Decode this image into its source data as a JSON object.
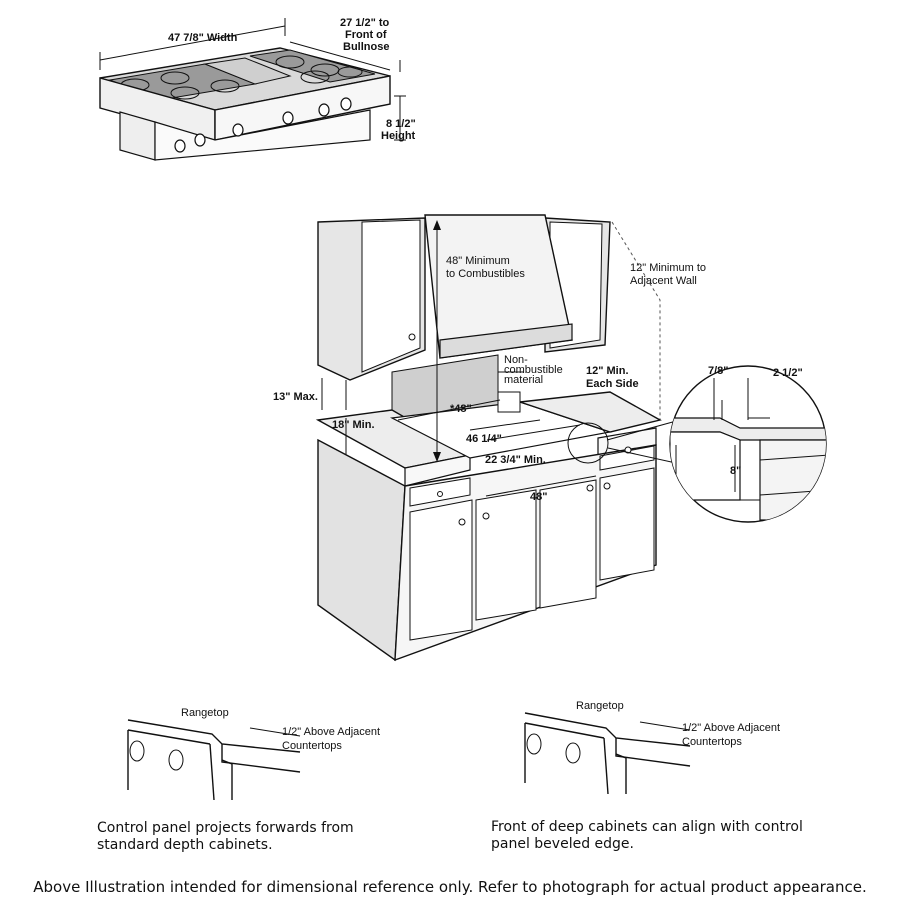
{
  "rangetop_dims": {
    "width": "47 7/8\" Width",
    "depth_line1": "27 1/2\" to",
    "depth_line2": "Front of",
    "depth_line3": "Bullnose",
    "height_line1": "8 1/2\"",
    "height_line2": "Height"
  },
  "install_dims": {
    "min_combustibles_line1": "48\" Minimum",
    "min_combustibles_line2": "to Combustibles",
    "adjacent_wall_line1": "12\" Minimum to",
    "adjacent_wall_line2": "Adjacent Wall",
    "noncomb_line1": "Non-",
    "noncomb_line2": "combustible",
    "noncomb_line3": "material",
    "each_side_line1": "12\" Min.",
    "each_side_line2": "Each Side",
    "max_13": "13\" Max.",
    "min_18": "18\" Min.",
    "star_48": "*48\"",
    "w_46": "46 1/4\"",
    "min_22": "22 3/4\" Min.",
    "cab_48": "48\""
  },
  "detail_dims": {
    "d_78": "7/8\"",
    "d_212": "2 1/2\"",
    "d_8": "8\""
  },
  "profiles": {
    "left_title": "Rangetop",
    "left_note_line1": "1/2\" Above Adjacent",
    "left_note_line2": "Countertops",
    "right_title": "Rangetop",
    "right_note_line1": "1/2\" Above Adjacent",
    "right_note_line2": "Countertops"
  },
  "captions": {
    "left_line1": "Control panel projects forwards from",
    "left_line2": "standard depth cabinets.",
    "right_line1": "Front of deep cabinets can align with control",
    "right_line2": "panel beveled edge."
  },
  "disclaimer": "Above Illustration intended for dimensional reference only. Refer to photograph for actual product appearance."
}
